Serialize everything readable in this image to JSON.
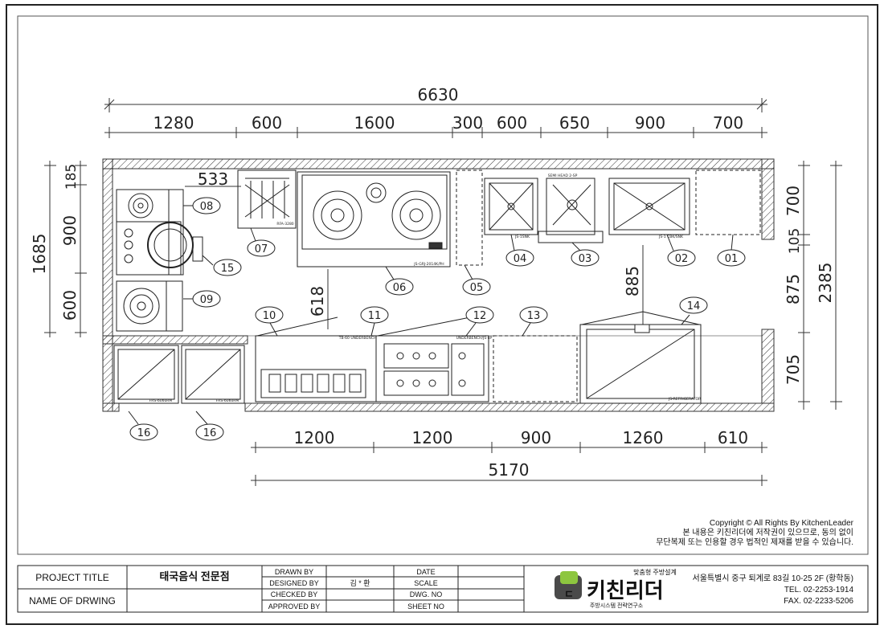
{
  "dims": {
    "total_top": "6630",
    "top": [
      "1280",
      "600",
      "1600",
      "300",
      "600",
      "650",
      "900",
      "700"
    ],
    "left_total": "1685",
    "left": [
      "185",
      "900",
      "600"
    ],
    "right": [
      "700",
      "105",
      "875",
      "705"
    ],
    "right_total": "2385",
    "mid": [
      "533",
      "618",
      "885"
    ],
    "bottom": [
      "1200",
      "1200",
      "900",
      "1260",
      "610"
    ],
    "bottom_total": "5170"
  },
  "tags": [
    "08",
    "15",
    "09",
    "07",
    "06",
    "05",
    "04",
    "03",
    "02",
    "01",
    "10",
    "11",
    "12",
    "13",
    "14",
    "16",
    "16"
  ],
  "equip_labels": {
    "l07": "RFA-3280",
    "l06": "JS-GRJ-2014K/PH",
    "l04": "JS-1SNK",
    "l03": "SEMI HEAD 2-SP",
    "l02": "JS-1 CBK/SNK",
    "l11": "TB-60 UNDERBENCH",
    "l12": "UNDERBENCH/JS-4P",
    "l14": "JS-REFRIGERATOR",
    "l16a": "FRS-6060RM",
    "l16b": "FRS-6060RM"
  },
  "copyright": {
    "line1": "Copyright © All Rights By KitchenLeader",
    "line2": "본 내용은 키친리더에 저작권이 있으므로, 동의 없이",
    "line3": "무단복제 또는 인용할 경우 법적인 제재를 받을 수 있습니다."
  },
  "title_block": {
    "project_title_label": "PROJECT TITLE",
    "project_title": "태국음식 전문점",
    "name_label": "NAME OF DRWING",
    "drawn_by": "DRAWN BY",
    "designed_by": "DESIGNED BY",
    "designer": "김 * 환",
    "checked_by": "CHECKED BY",
    "approved_by": "APPROVED BY",
    "date": "DATE",
    "scale": "SCALE",
    "dwg_no": "DWG. NO",
    "sheet_no": "SHEET NO"
  },
  "company": {
    "tagline": "맞춤형 주방설계",
    "name": "키친리더",
    "sub": "주방시스템 전략연구소",
    "address": "서울특별시 중구 퇴계로 83길 10-25 2F (황학동)",
    "tel": "TEL. 02-2253-1914",
    "fax": "FAX. 02-2233-5206"
  }
}
